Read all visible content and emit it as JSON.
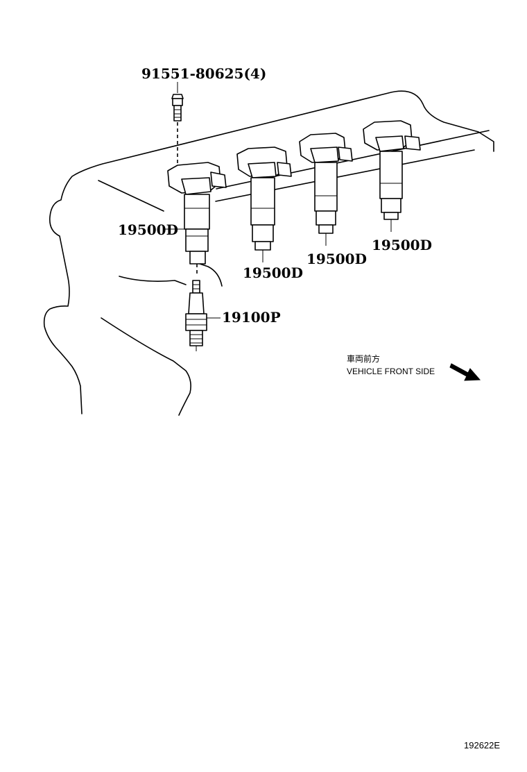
{
  "diagram": {
    "bolt_label": "91551-80625(4)",
    "coil_labels": [
      "19500D",
      "19500D",
      "19500D",
      "19500D"
    ],
    "spark_plug_label": "19100P",
    "direction_label_jp": "車両前方",
    "direction_label_en": "VEHICLE FRONT SIDE",
    "figure_id": "192622E"
  }
}
